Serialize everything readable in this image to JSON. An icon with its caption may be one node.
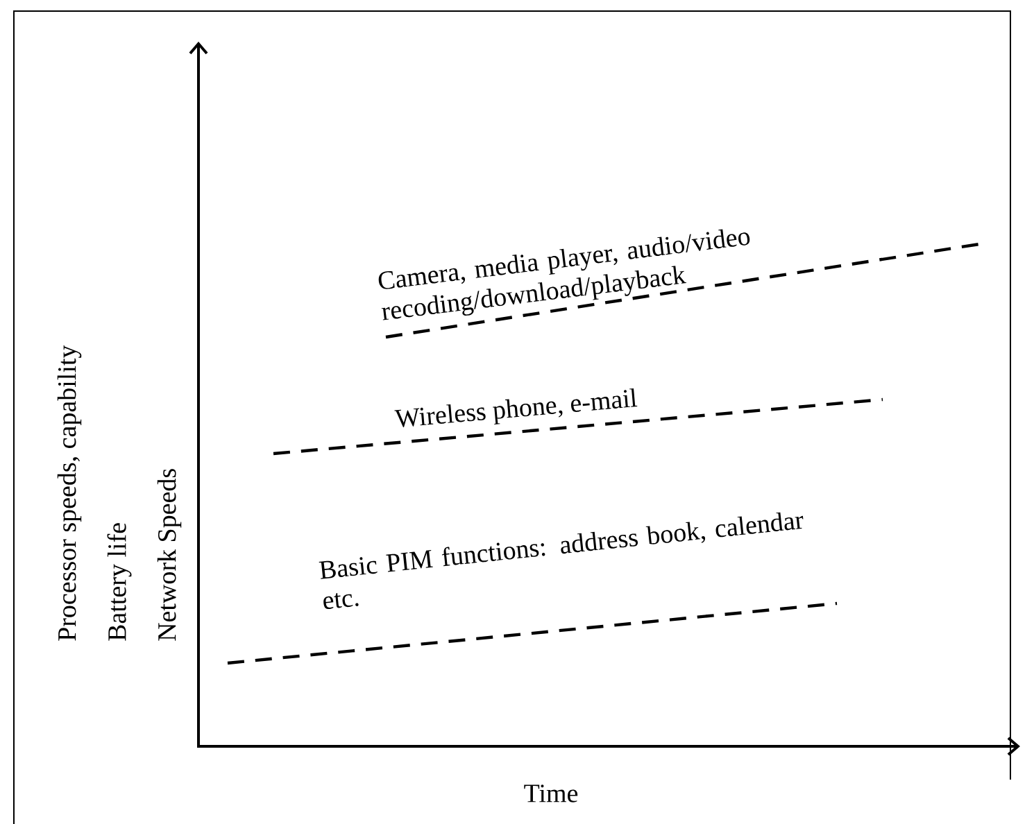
{
  "diagram": {
    "labels": [
      "Camera, media player, audio/video recoding/download/playback",
      "Wireless phone, e-mail",
      "Basic PIM functions: address book, calendar etc.",
      "Processor speeds, capability",
      "Battery life",
      "Network Speeds",
      "Time"
    ]
  }
}
